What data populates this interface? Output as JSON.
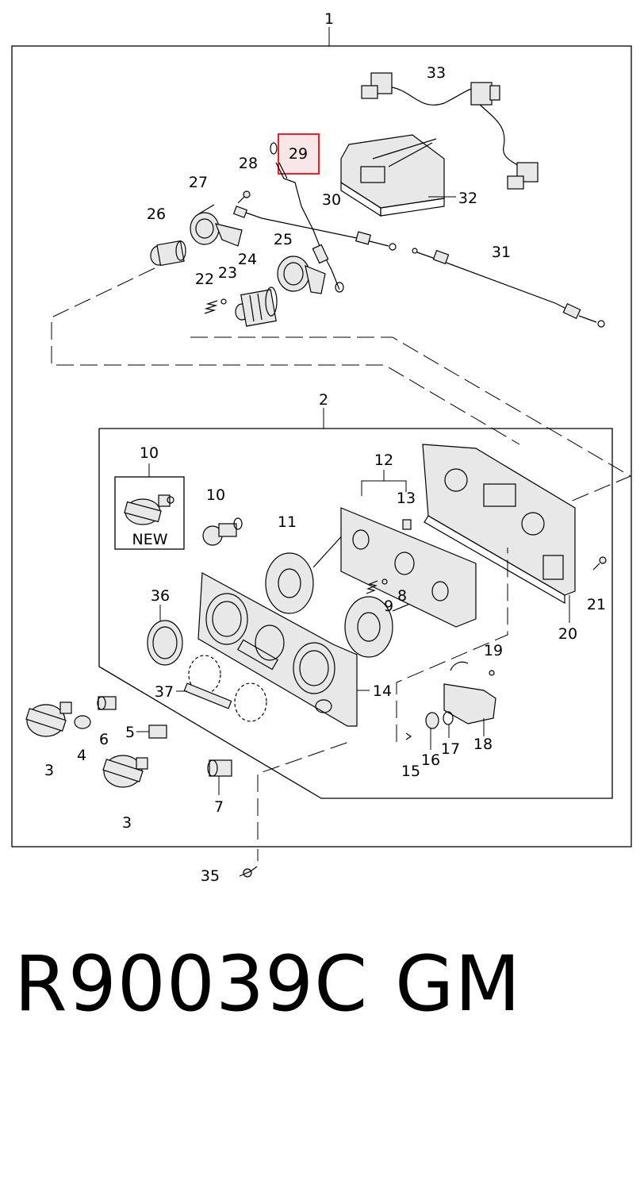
{
  "diagram": {
    "labels": {
      "p1": "1",
      "p2": "2",
      "p3a": "3",
      "p3b": "3",
      "p4": "4",
      "p5": "5",
      "p6": "6",
      "p7": "7",
      "p8": "8",
      "p9": "9",
      "p10a": "10",
      "p10b": "10",
      "p11": "11",
      "p12": "12",
      "p13": "13",
      "p14": "14",
      "p15": "15",
      "p16": "16",
      "p17": "17",
      "p18": "18",
      "p19": "19",
      "p20": "20",
      "p21": "21",
      "p22": "22",
      "p23": "23",
      "p24": "24",
      "p25": "25",
      "p26": "26",
      "p27": "27",
      "p28": "28",
      "p29": "29",
      "p30": "30",
      "p31": "31",
      "p32": "32",
      "p33": "33",
      "p35": "35",
      "p36": "36",
      "p37": "37"
    },
    "new_tag": "NEW",
    "highlight_color": "#e8202a",
    "highlight_fill": "#f7e6e6"
  },
  "footer": {
    "part_number": "R90039C",
    "brand": "GM"
  }
}
